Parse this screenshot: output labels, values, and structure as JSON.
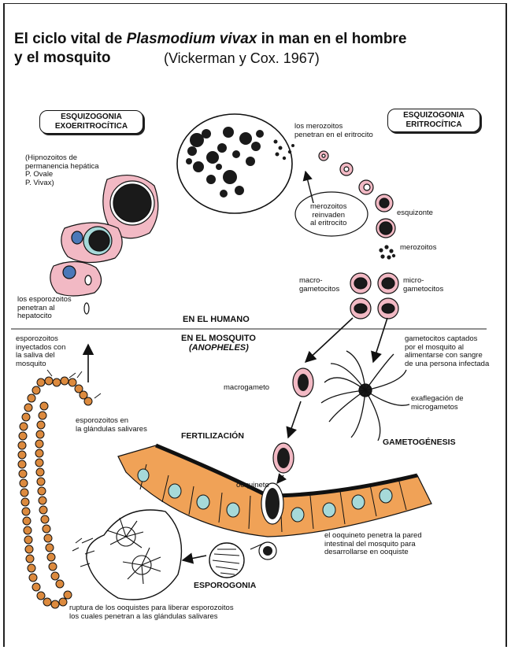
{
  "title": {
    "line1_pre": "El ciclo vital de ",
    "line1_em": "Plasmodium vivax",
    "line1_post": " in man en el hombre",
    "line2": "y el mosquito",
    "citation": "(Vickerman y Cox. 1967)"
  },
  "boxes": {
    "exo": "ESQUIZOGONIA\nEXOERITROCÍTICA",
    "eri": "ESQUIZOGONIA\nERITROCÍTICA"
  },
  "labels": {
    "hypno": "(Hipnozoitos de\npermanencia hepática\nP. Ovale\nP. Vivax)",
    "merozoites_enter": "los merozoitos\npenetran en el eritrocito",
    "merozoites_reinvade": "merozoitos\nreinvaden\nal eritrocito",
    "schizont": "esquizonte",
    "merozoites": "merozoitos",
    "macro_gam": "macro-\ngametocitos",
    "micro_gam": "micro-\ngametocitos",
    "sporozoites_hep": "los esporozoitos\npenetran al\nhepatocito",
    "human": "EN EL HUMANO",
    "mosquito": "EN EL MOSQUITO",
    "anopheles": "(ANOPHELES)",
    "sporozoites_inj": "esporozoitos\ninyectados con\nla saliva del\nmosquito",
    "gametocytes_captured": "gametocitos captados\npor el mosquito al\nalimentarse con sangre\nde una persona infectada",
    "macrogamete": "macrogameto",
    "exflagellation": "exaflegación de\nmicrogametos",
    "sporozoites_glands": "esporozoitos en\nla glándulas salivares",
    "fertilization": "FERTILIZACIÓN",
    "gametogenesis": "GAMETOGÉNESIS",
    "ookinete": "ooquineto",
    "ookinete_pen": "el ooquineto penetra la pared\nintestinal del mosquito para\ndesarrollarse en ooquiste",
    "sporogony": "ESPOROGONIA",
    "rupture": "ruptura de los ooquistes para liberar esporozoitos\nlos cuales penetran a las glándulas salivares"
  },
  "colors": {
    "cell_pink": "#f2b9c4",
    "gut_orange": "#f0a257",
    "nucleus_teal": "#a6d9d9",
    "hep_nucleus": "#4a78b8",
    "gland_orange": "#dc8a3e",
    "chromatin": "#1a1a1a"
  }
}
